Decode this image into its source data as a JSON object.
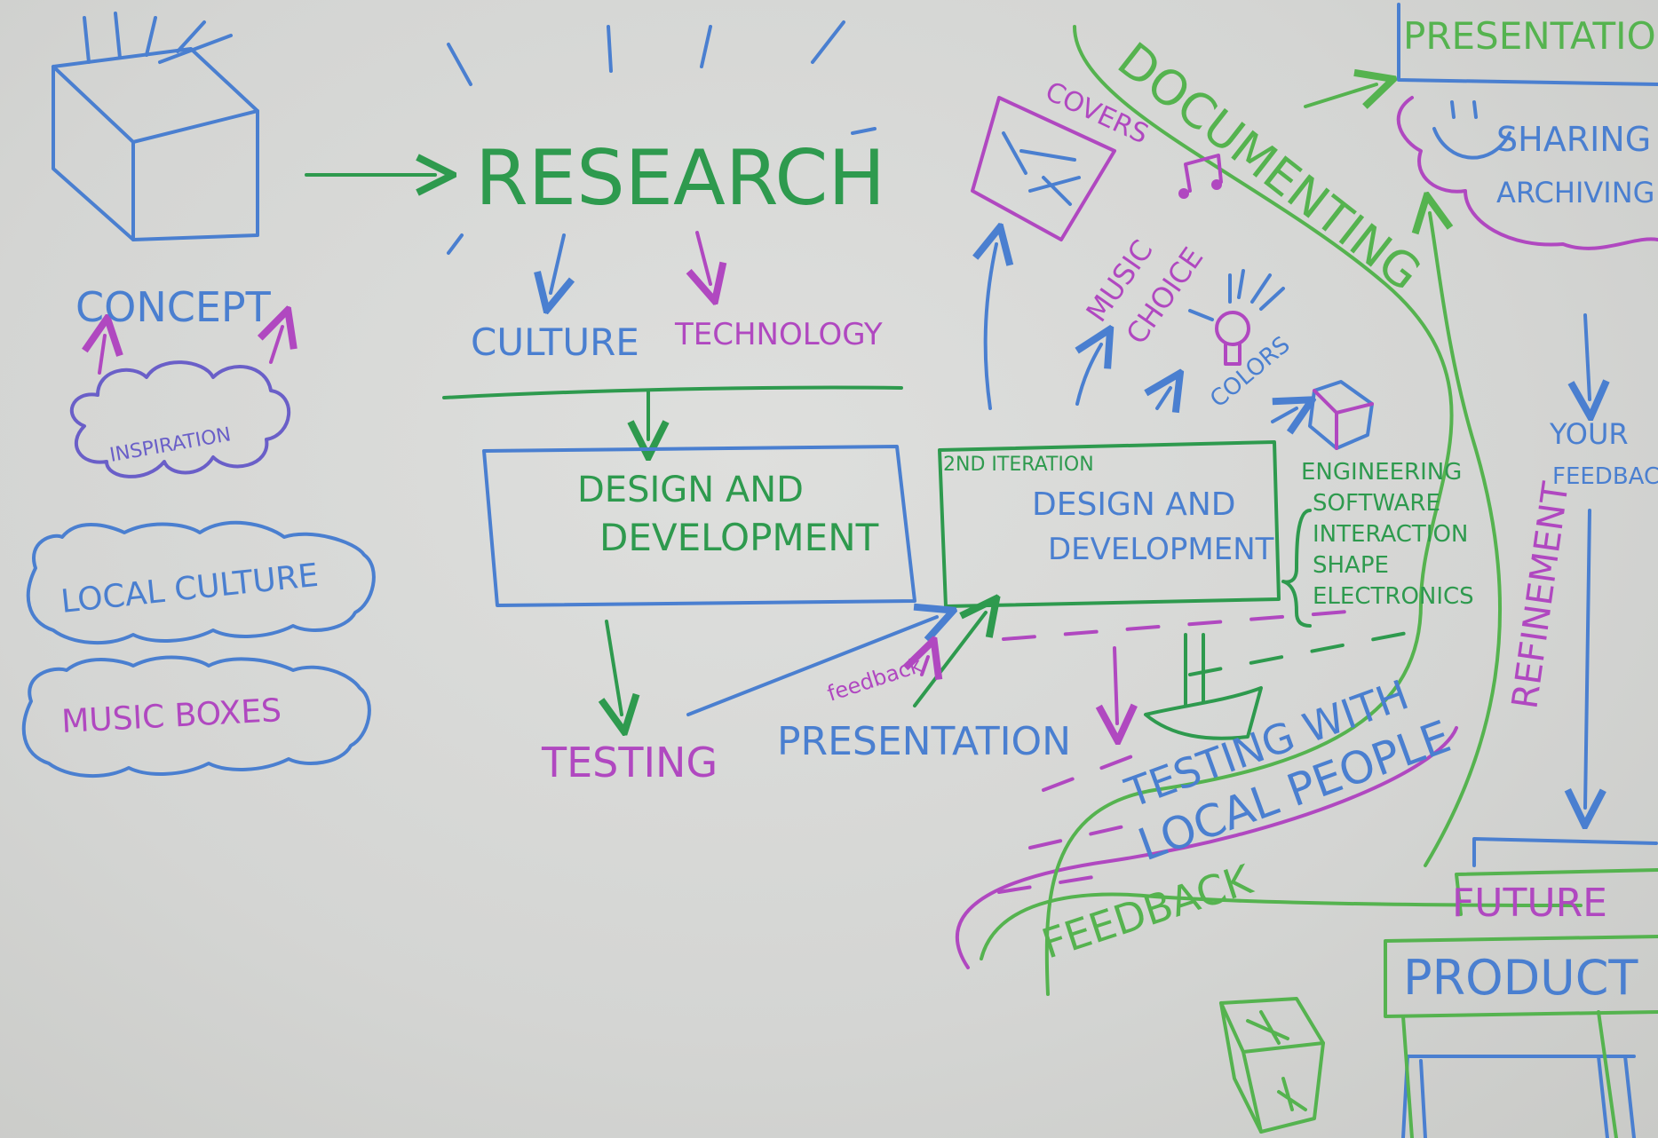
{
  "labels": {
    "research": "RESEARCH",
    "concept": "CONCEPT",
    "culture": "CULTURE",
    "technology": "TECHNOLOGY",
    "inspiration": "INSPIRATION",
    "local_culture": "LOCAL CULTURE",
    "music_boxes": "MUSIC BOXES",
    "design_dev_line1": "DESIGN AND",
    "design_dev_line2": "DEVELOPMENT",
    "second_iteration": "2ND ITERATION",
    "design_dev2_line1": "DESIGN AND",
    "design_dev2_line2": "DEVELOPMENT",
    "testing": "TESTING",
    "presentation": "PRESENTATION",
    "feedback_small": "feedback",
    "documenting": "DOCUMENTING",
    "covers": "COVERS",
    "music_choice_line1": "MUSIC",
    "music_choice_line2": "CHOICE",
    "colors": "COLORS",
    "engineering": "ENGINEERING",
    "software": "SOFTWARE",
    "interaction": "INTERACTION",
    "shape": "SHAPE",
    "electronics": "ELECTRONICS",
    "testing_local_line1": "TESTING WITH",
    "testing_local_line2": "LOCAL PEOPLE",
    "feedback_big": "FEEDBACK",
    "refinement": "REFINEMENT",
    "presentation_top": "PRESENTATIO",
    "sharing": "SHARING",
    "archiving": "ARCHIVING",
    "your_feedback_line1": "YOUR",
    "your_feedback_line2": "FEEDBACK",
    "future": "FUTURE",
    "product": "PRODUCT"
  },
  "colors": {
    "blue": "#4a7fd0",
    "green": "#2e9a4e",
    "purple": "#b048c0",
    "light_green": "#55b34f",
    "board": "#d6d7d5"
  }
}
